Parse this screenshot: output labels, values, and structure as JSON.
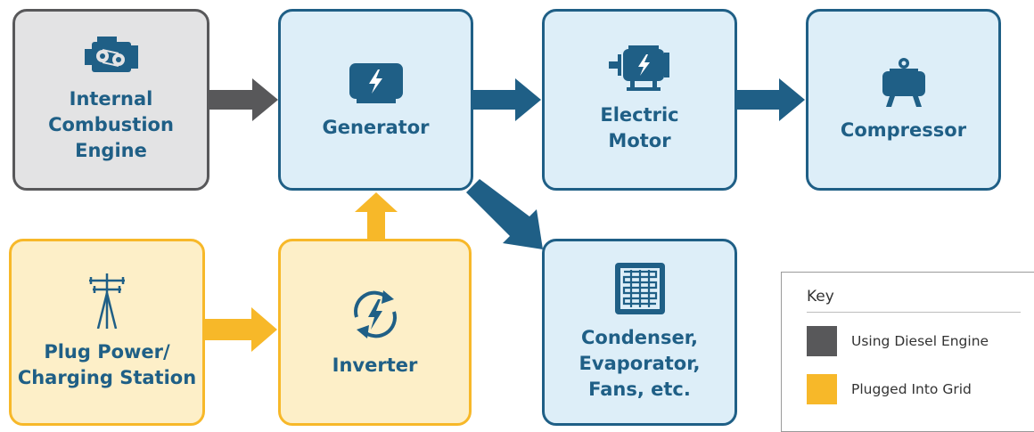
{
  "colors": {
    "diesel": "#58585a",
    "grid": "#f7b829",
    "electric": "#1f5f86"
  },
  "nodes": {
    "engine": {
      "label": "Internal\nCombustion\nEngine",
      "icon": "engine-icon"
    },
    "generator": {
      "label": "Generator",
      "icon": "generator-icon"
    },
    "motor": {
      "label": "Electric\nMotor",
      "icon": "electric-motor-icon"
    },
    "compressor": {
      "label": "Compressor",
      "icon": "compressor-icon"
    },
    "plug": {
      "label": "Plug Power/\nCharging Station",
      "icon": "power-pole-icon"
    },
    "inverter": {
      "label": "Inverter",
      "icon": "inverter-icon"
    },
    "condenser": {
      "label": "Condenser,\nEvaporator,\nFans, etc.",
      "icon": "coil-icon"
    }
  },
  "key": {
    "title": "Key",
    "items": [
      {
        "label": "Using Diesel Engine",
        "color": "#58585a"
      },
      {
        "label": "Plugged Into Grid",
        "color": "#f7b829"
      }
    ]
  }
}
